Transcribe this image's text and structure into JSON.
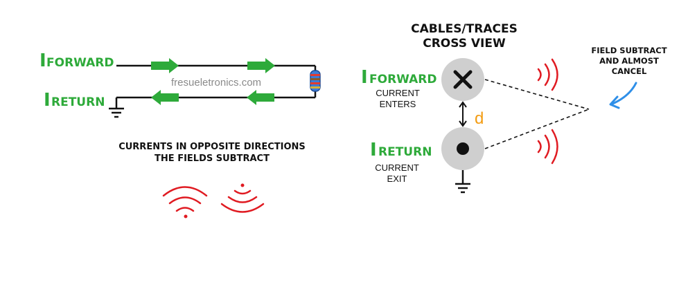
{
  "left": {
    "forward": {
      "prefix": "I",
      "label": "FORWARD"
    },
    "return": {
      "prefix": "I",
      "label": "RETURN"
    },
    "watermark": "fresueletronics.com",
    "caption_line1": "CURRENTS IN OPPOSITE DIRECTIONS",
    "caption_line2": "THE FIELDS SUBTRACT"
  },
  "right": {
    "title_line1": "CABLES/TRACES",
    "title_line2": "CROSS VIEW",
    "forward": {
      "prefix": "I",
      "label": "FORWARD",
      "desc_line1": "CURRENT",
      "desc_line2": "ENTERS"
    },
    "return": {
      "prefix": "I",
      "label": "RETURN",
      "desc_line1": "CURRENT",
      "desc_line2": "EXIT"
    },
    "distance_label": "d",
    "note_line1": "FIELD SUBTRACT",
    "note_line2": "AND ALMOST",
    "note_line3": "CANCEL"
  },
  "colors": {
    "current_green": "#2eaa3a",
    "field_red": "#e01b22",
    "distance_orange": "#f39c12",
    "conductor_gray": "#cfcfcf",
    "pointer_blue": "#2f8fe8"
  },
  "icons": [
    "forward-arrow-icon",
    "return-arrow-icon",
    "resistor-icon",
    "ground-icon",
    "cross-icon",
    "dot-icon",
    "field-wave-icon",
    "curved-arrow-icon"
  ]
}
